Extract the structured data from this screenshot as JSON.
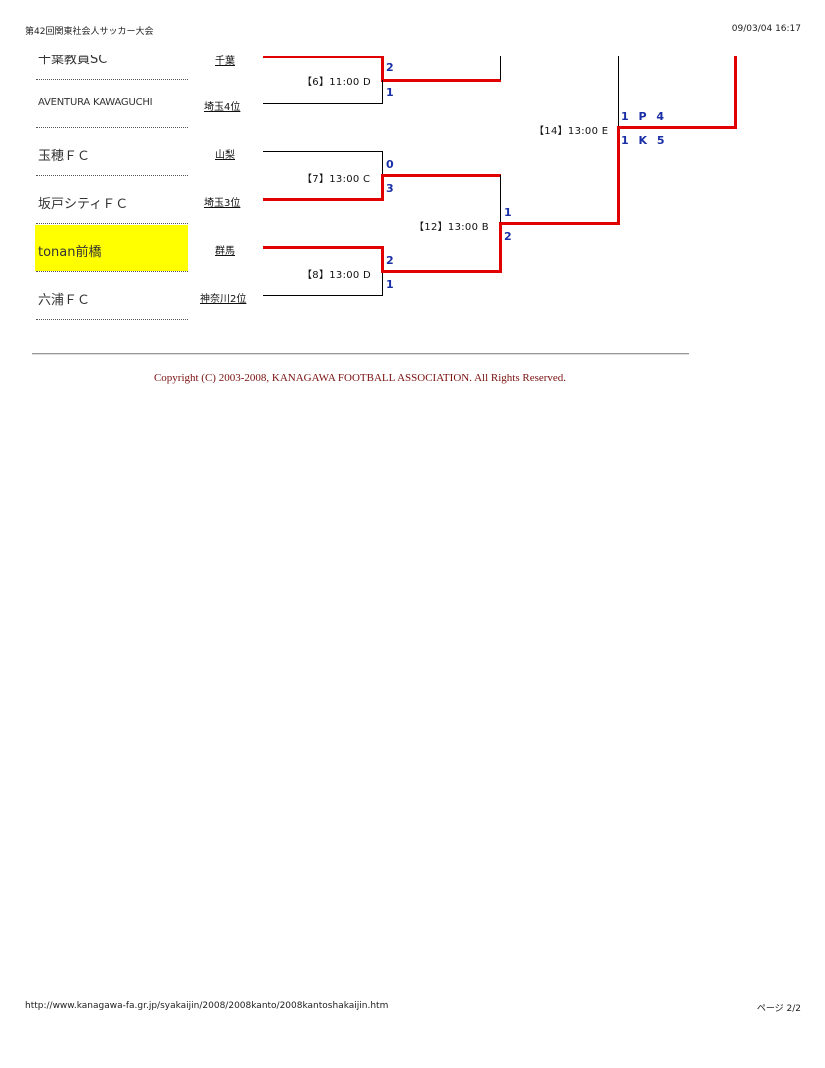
{
  "header": {
    "title": "第42回関東社会人サッカー大会",
    "datetime": "09/03/04 16:17"
  },
  "teams": [
    {
      "name": "千葉教員SC",
      "pref": "千葉"
    },
    {
      "name": "AVENTURA KAWAGUCHI",
      "pref": "埼玉4位"
    },
    {
      "name": "玉穂ＦＣ",
      "pref": "山梨"
    },
    {
      "name": "坂戸シティＦＣ",
      "pref": "埼玉3位"
    },
    {
      "name": "tonan前橋",
      "pref": "群馬"
    },
    {
      "name": "六浦ＦＣ",
      "pref": "神奈川2位"
    }
  ],
  "matches": {
    "m6": {
      "label": "【6】11:00  D",
      "score_top": "2",
      "score_bottom": "1"
    },
    "m7": {
      "label": "【7】13:00  C",
      "score_top": "0",
      "score_bottom": "3"
    },
    "m8": {
      "label": "【8】13:00  D",
      "score_top": "2",
      "score_bottom": "1"
    },
    "m12": {
      "label": "【12】13:00  B",
      "score_top": "1",
      "score_bottom": "2"
    },
    "m14": {
      "label": "【14】13:00  E",
      "score_top": "1 P 4",
      "score_bottom": "1 K 5"
    }
  },
  "highlight_color": "#ffff00",
  "winner_line_color": "#e00000",
  "score_color": "#1a2fa6",
  "copyright": "Copyright (C) 2003-2008, KANAGAWA FOOTBALL ASSOCIATION. All Rights Reserved.",
  "footer": {
    "url": "http://www.kanagawa-fa.gr.jp/syakaijin/2008/2008kanto/2008kantoshakaijin.htm",
    "page": "ページ 2/2"
  }
}
